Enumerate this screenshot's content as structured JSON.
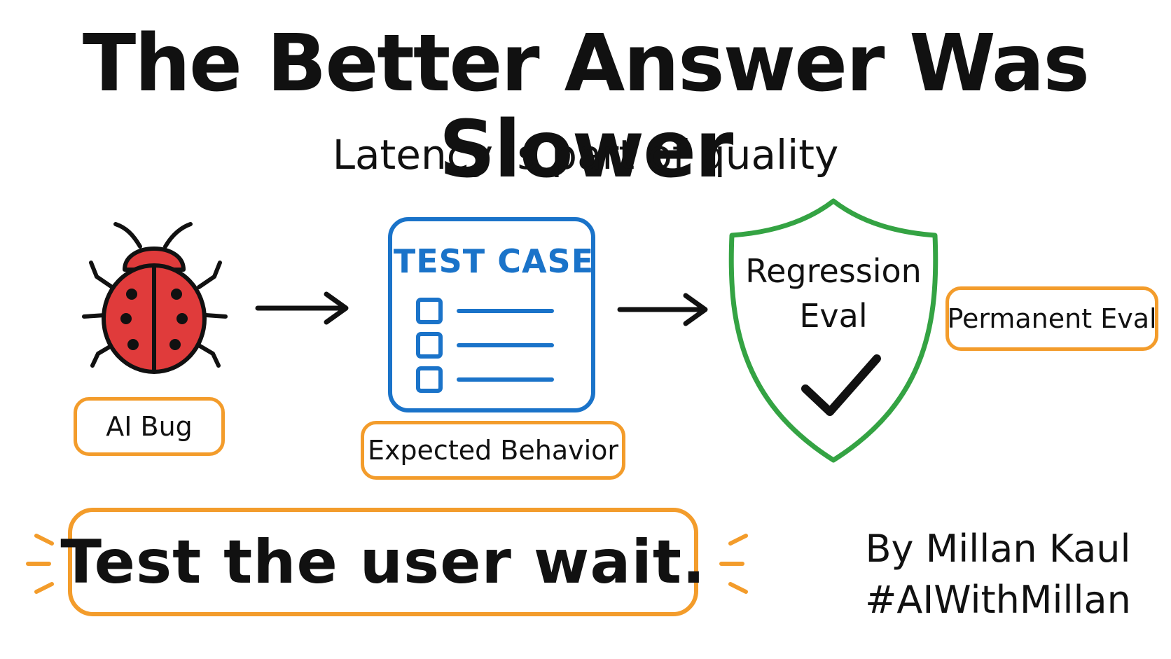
{
  "title": "The Better Answer Was Slower",
  "subtitle": "Latency is part of quality",
  "flow": {
    "bug_label": "AI Bug",
    "test_case_title": "TEST CASE",
    "expected_label": "Expected Behavior",
    "shield_line1": "Regression",
    "shield_line2": "Eval",
    "permanent_label": "Permanent Eval"
  },
  "tagline": "Test the user wait.",
  "byline": {
    "author": "By Millan Kaul",
    "hashtag": "#AIWithMillan"
  },
  "icons": {
    "bug": "ladybug-icon",
    "test_case": "checklist-icon",
    "shield": "shield-check-icon",
    "arrow": "arrow-right-icon"
  },
  "colors": {
    "orange": "#f39c2b",
    "blue": "#1a73c9",
    "green": "#34a343",
    "red": "#e03b3b",
    "ink": "#111111"
  }
}
